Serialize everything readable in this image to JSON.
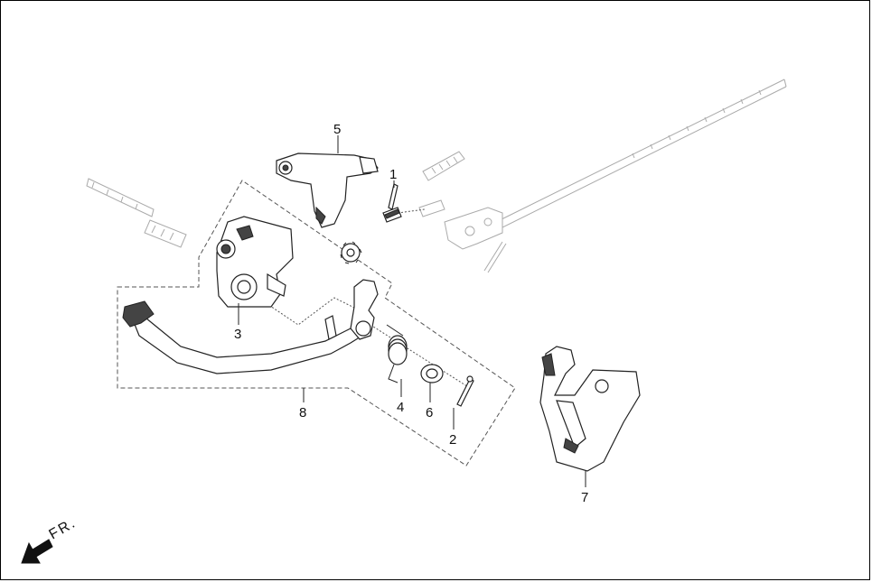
{
  "callouts": {
    "c1": "1",
    "c2": "2",
    "c3": "3",
    "c4": "4",
    "c5": "5",
    "c6": "6",
    "c7": "7",
    "c8": "8"
  },
  "direction_label": "FR."
}
